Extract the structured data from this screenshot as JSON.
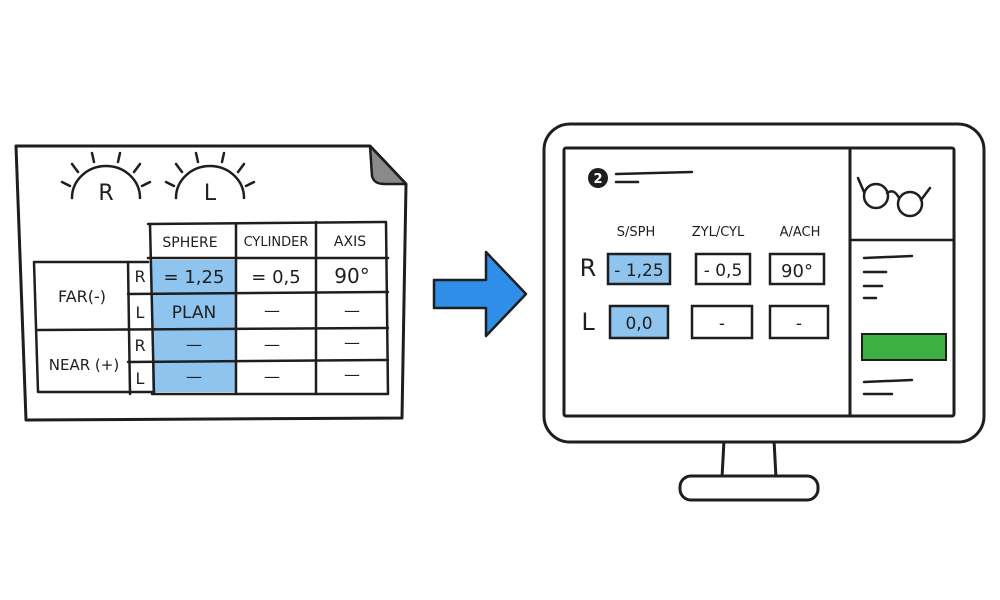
{
  "colors": {
    "ink": "#1e1e1e",
    "highlight": "#8fc4ee",
    "arrow": "#2f8fe8",
    "green_button": "#3db043",
    "page_fold": "#8a8a8a",
    "background": "#ffffff"
  },
  "paper": {
    "eye_right_letter": "R",
    "eye_left_letter": "L",
    "headers": {
      "sphere": "SPHERE",
      "cylinder": "CYLINDER",
      "axis": "AXIS"
    },
    "far_label": "FAR(-)",
    "near_label": "NEAR (+)",
    "rows": {
      "far_r": {
        "eye": "R",
        "sphere": "= 1,25",
        "cylinder": "= 0,5",
        "axis": "90°"
      },
      "far_l": {
        "eye": "L",
        "sphere": "PLAN",
        "cylinder": "—",
        "axis": "—"
      },
      "near_r": {
        "eye": "R",
        "sphere": "—",
        "cylinder": "—",
        "axis": "—"
      },
      "near_l": {
        "eye": "L",
        "sphere": "—",
        "cylinder": "—",
        "axis": "—"
      }
    }
  },
  "arrow_icon": "right-arrow-icon",
  "monitor": {
    "step_number": "2",
    "headers": {
      "sph": "S/SPH",
      "cyl": "ZYL/CYL",
      "axis": "A/ACH"
    },
    "row_r": {
      "eye": "R",
      "sph": "- 1,25",
      "cyl": "- 0,5",
      "axis": "90°"
    },
    "row_l": {
      "eye": "L",
      "sph": "0,0",
      "cyl": "-",
      "axis": "-"
    },
    "sidebar_icon": "glasses-icon"
  }
}
